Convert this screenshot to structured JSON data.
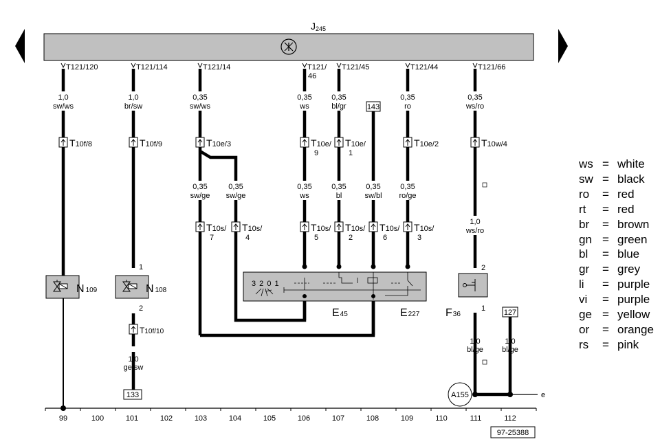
{
  "control_unit": {
    "main": "J",
    "sub": "245"
  },
  "columns": [
    "99",
    "100",
    "101",
    "102",
    "103",
    "104",
    "105",
    "106",
    "107",
    "108",
    "109",
    "110",
    "111",
    "112"
  ],
  "doc_number": "97-25388",
  "wires": [
    {
      "pin": "T121/120",
      "size": "1,0",
      "color": "sw/ws",
      "connector": "T",
      "connector_sub": "10f/8"
    },
    {
      "pin": "T121/114",
      "size": "1,0",
      "color": "br/sw",
      "connector": "T",
      "connector_sub": "10f/9"
    },
    {
      "pin": "T121/14",
      "size": "0,35",
      "color": "sw/ws",
      "connector": "T",
      "connector_sub": "10e/3"
    },
    {
      "pin_a": "T121/",
      "pin_b": "46",
      "size": "0,35",
      "color": "ws",
      "connector": "T",
      "connector_sub": "10e/",
      "connector_sub2": "9"
    },
    {
      "pin": "T121/45",
      "size": "0,35",
      "color": "bl/gr",
      "connector": "T",
      "connector_sub": "10e/",
      "connector_sub2": "1"
    },
    {
      "pin": "T121/44",
      "size": "0,35",
      "color": "ro",
      "connector": "T",
      "connector_sub": "10e/2"
    },
    {
      "pin": "T121/66",
      "size": "0,35",
      "color": "ws/ro",
      "connector": "T",
      "connector_sub": "10w/4"
    }
  ],
  "lower_wires": [
    {
      "size": "0,35",
      "color": "sw/ge",
      "connector": "T",
      "connector_sub": "10s/",
      "connector_sub2": "7"
    },
    {
      "size": "0,35",
      "color": "sw/ge",
      "connector": "T",
      "connector_sub": "10s/",
      "connector_sub2": "4"
    },
    {
      "size": "0,35",
      "color": "ws",
      "connector": "T",
      "connector_sub": "10s/",
      "connector_sub2": "5"
    },
    {
      "size": "0,35",
      "color": "bl",
      "connector": "T",
      "connector_sub": "10s/",
      "connector_sub2": "2"
    },
    {
      "size": "0,35",
      "color": "sw/bl",
      "connector": "T",
      "connector_sub": "10s/",
      "connector_sub2": "6"
    },
    {
      "size": "0,35",
      "color": "ro/ge",
      "connector": "T",
      "connector_sub": "10s/",
      "connector_sub2": "3"
    },
    {
      "size": "1,0",
      "color": "ws/ro"
    }
  ],
  "ref_143": "143",
  "ref_133": "133",
  "ref_127": "127",
  "components": {
    "n109": {
      "main": "N",
      "sub": "109"
    },
    "n108": {
      "main": "N",
      "sub": "108"
    },
    "e45": {
      "main": "E",
      "sub": "45"
    },
    "e227": {
      "main": "E",
      "sub": "227"
    },
    "f36": {
      "main": "F",
      "sub": "36"
    },
    "switch_positions": "3 2 0 1",
    "ground": "A155",
    "ground_cont": "e"
  },
  "n108_pins": {
    "top": "1",
    "bottom": "2"
  },
  "f36_pins": {
    "top": "2",
    "bottom": "1"
  },
  "n108_lower": {
    "connector": "T",
    "connector_sub": "10f/10",
    "size": "1,0",
    "color": "ge/sw"
  },
  "f36_lower": {
    "size": "1,0",
    "color": "bl/ge"
  },
  "w112_lower": {
    "size": "1,0",
    "color": "bl/ge"
  },
  "legend": [
    {
      "abbr": "ws",
      "eq": "=",
      "meaning": "white"
    },
    {
      "abbr": "sw",
      "eq": "=",
      "meaning": "black"
    },
    {
      "abbr": "ro",
      "eq": "=",
      "meaning": "red"
    },
    {
      "abbr": "rt",
      "eq": "=",
      "meaning": "red"
    },
    {
      "abbr": "br",
      "eq": "=",
      "meaning": "brown"
    },
    {
      "abbr": "gn",
      "eq": "=",
      "meaning": "green"
    },
    {
      "abbr": "bl",
      "eq": "=",
      "meaning": "blue"
    },
    {
      "abbr": "gr",
      "eq": "=",
      "meaning": "grey"
    },
    {
      "abbr": "li",
      "eq": "=",
      "meaning": "purple"
    },
    {
      "abbr": "vi",
      "eq": "=",
      "meaning": "purple"
    },
    {
      "abbr": "ge",
      "eq": "=",
      "meaning": "yellow"
    },
    {
      "abbr": "or",
      "eq": "=",
      "meaning": "orange"
    },
    {
      "abbr": "rs",
      "eq": "=",
      "meaning": "pink"
    }
  ],
  "colors": {
    "component_fill": "#c0c0c0",
    "wire": "#000000"
  }
}
